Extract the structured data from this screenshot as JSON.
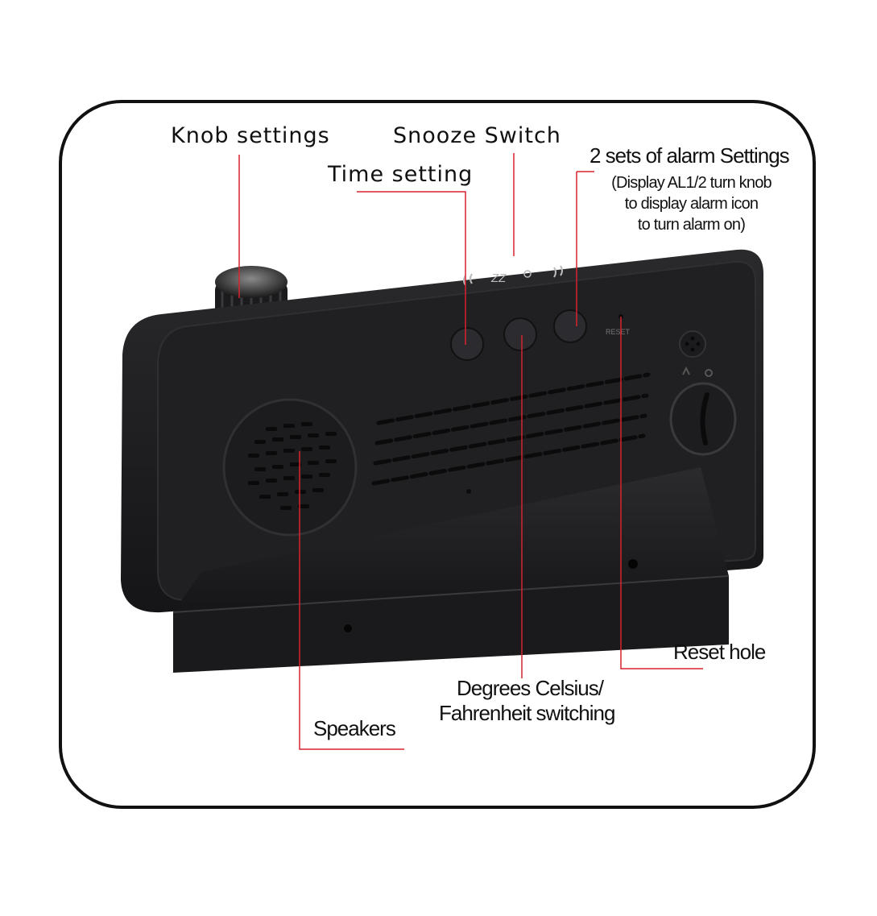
{
  "callouts": {
    "knob": "Knob settings",
    "snooze": "Snooze Switch",
    "time": "Time setting",
    "alarm_title": "2 sets of alarm Settings",
    "alarm_note_1": "(Display AL1/2 turn knob",
    "alarm_note_2": "to display alarm icon",
    "alarm_note_3": "to turn alarm on)",
    "reset_hole": "Reset hole",
    "celsius_1": "Degrees Celsius/",
    "celsius_2": "Fahrenheit switching",
    "speakers": "Speakers"
  },
  "device": {
    "reset_text": "RESET",
    "top_icon_text": "ZZ"
  },
  "colors": {
    "leader_line": "#d9232d",
    "device_body": "#1c1c1e",
    "frame": "#111111"
  }
}
